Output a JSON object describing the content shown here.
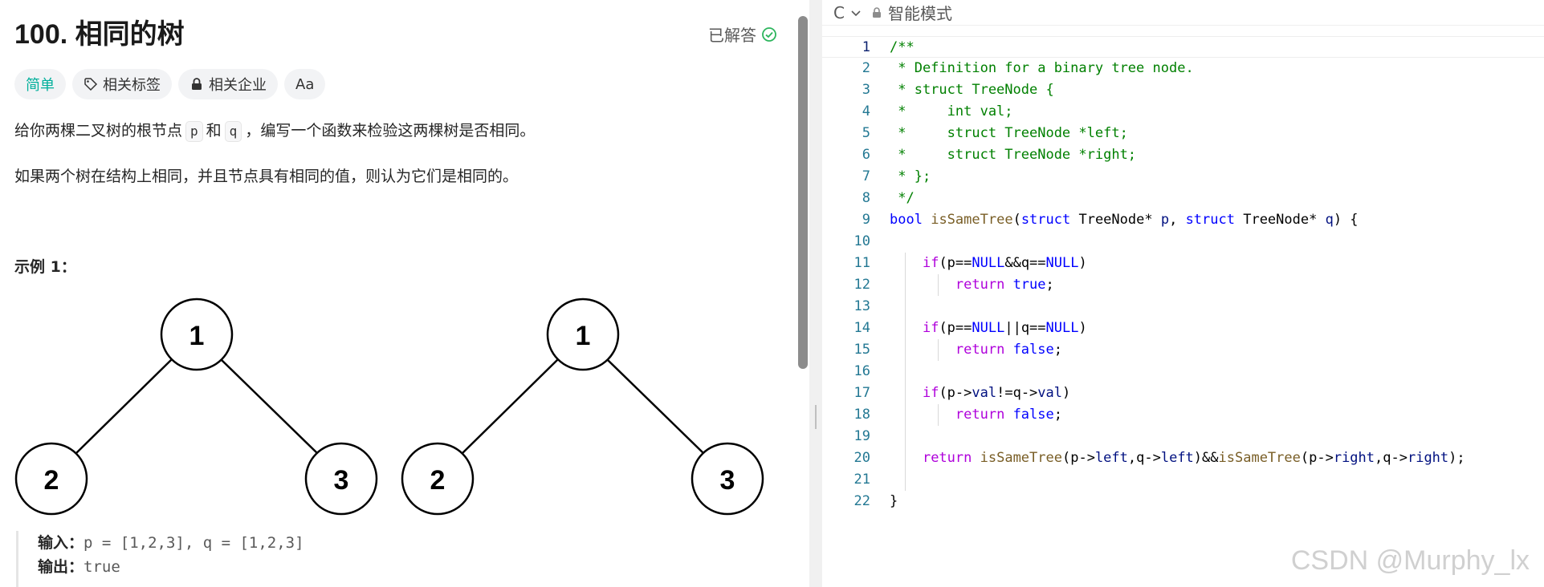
{
  "problem": {
    "title": "100. 相同的树",
    "solved_label": "已解答",
    "tags": {
      "difficulty": "简单",
      "related_tags": "相关标签",
      "related_companies": "相关企业",
      "translate": "Aa"
    },
    "desc_part1": "给你两棵二叉树的根节点",
    "desc_p": "p",
    "desc_and": "和",
    "desc_q": "q",
    "desc_part2": "，编写一个函数来检验这两棵树是否相同。",
    "desc_line2": "如果两个树在结构上相同，并且节点具有相同的值，则认为它们是相同的。",
    "example_title": "示例 1：",
    "trees": {
      "left": {
        "root": "1",
        "left": "2",
        "right": "3"
      },
      "right": {
        "root": "1",
        "left": "2",
        "right": "3"
      }
    },
    "input_label": "输入：",
    "input_value": "p = [1,2,3], q = [1,2,3]",
    "output_label": "输出：",
    "output_value": "true"
  },
  "editor": {
    "language": "C",
    "mode": "智能模式",
    "line_numbers": [
      "1",
      "2",
      "3",
      "4",
      "5",
      "6",
      "7",
      "8",
      "9",
      "10",
      "11",
      "12",
      "13",
      "14",
      "15",
      "16",
      "17",
      "18",
      "19",
      "20",
      "21",
      "22"
    ],
    "code": {
      "l1": "/**",
      "l2": " * Definition for a binary tree node.",
      "l3": " * struct TreeNode {",
      "l4": " *     int val;",
      "l5": " *     struct TreeNode *left;",
      "l6": " *     struct TreeNode *right;",
      "l7": " * };",
      "l8": " */",
      "l9": {
        "a": "bool",
        "b": " ",
        "c": "isSameTree",
        "d": "(",
        "e": "struct",
        "f": " TreeNode* ",
        "g": "p",
        "h": ", ",
        "i": "struct",
        "j": " TreeNode* ",
        "k": "q",
        "l": ") {"
      },
      "l11": {
        "a": "    ",
        "b": "if",
        "c": "(p==",
        "d": "NULL",
        "e": "&&q==",
        "f": "NULL",
        "g": ")"
      },
      "l12": {
        "a": "        ",
        "b": "return",
        "c": " ",
        "d": "true",
        "e": ";"
      },
      "l14": {
        "a": "    ",
        "b": "if",
        "c": "(p==",
        "d": "NULL",
        "e": "||q==",
        "f": "NULL",
        "g": ")"
      },
      "l15": {
        "a": "        ",
        "b": "return",
        "c": " ",
        "d": "false",
        "e": ";"
      },
      "l17": {
        "a": "    ",
        "b": "if",
        "c": "(p->",
        "d": "val",
        "e": "!=q->",
        "f": "val",
        "g": ")"
      },
      "l18": {
        "a": "        ",
        "b": "return",
        "c": " ",
        "d": "false",
        "e": ";"
      },
      "l20": {
        "a": "    ",
        "b": "return",
        "c": " ",
        "d": "isSameTree",
        "e": "(p->",
        "f": "left",
        "g": ",q->",
        "h": "left",
        "i": ")&&",
        "j": "isSameTree",
        "k": "(p->",
        "m": "right",
        "n": ",q->",
        "o": "right",
        "p": ");"
      },
      "l22": "}"
    }
  },
  "watermark": "CSDN @Murphy_lx"
}
